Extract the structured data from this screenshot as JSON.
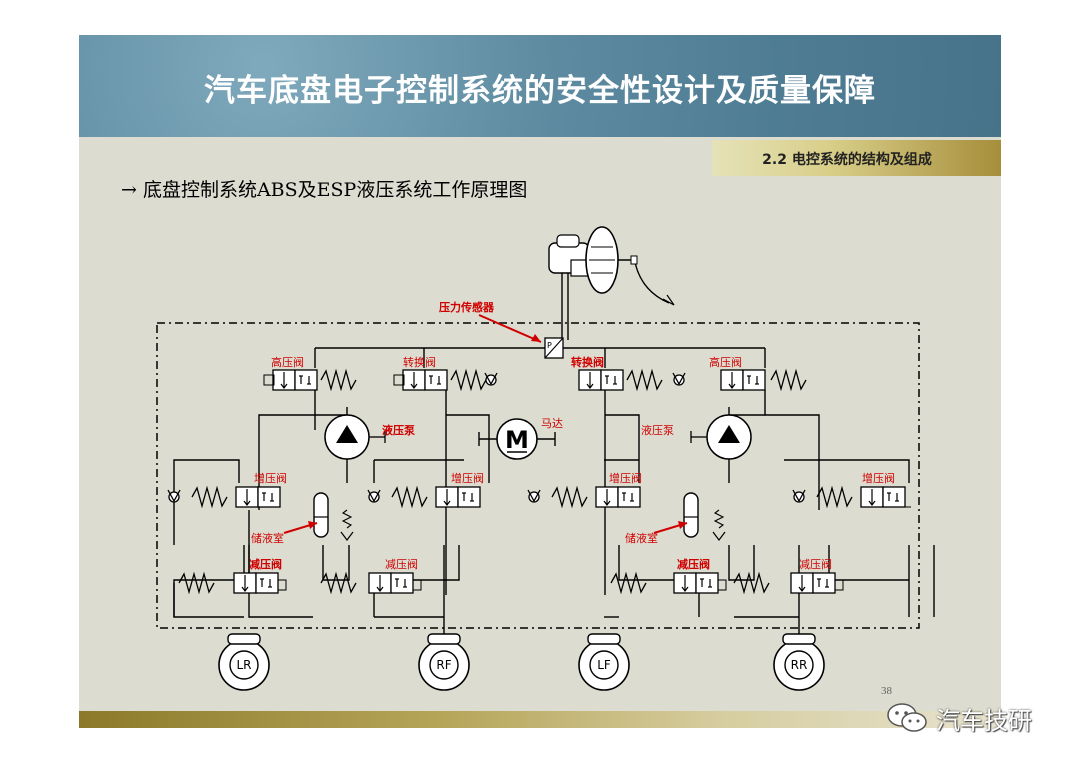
{
  "slide": {
    "title": "汽车底盘电子控制系统的安全性设计及质量保障",
    "section": "2.2 电控系统的结构及组成",
    "subtitle": "→ 底盘控制系统ABS及ESP液压系统工作原理图",
    "page_number": "38"
  },
  "diagram": {
    "labels": {
      "pressure_sensor": "压力传感器",
      "high_pressure_valve": "高压阀",
      "switch_valve": "转换阀",
      "hydraulic_pump": "液压泵",
      "motor": "马达",
      "motor_symbol": "M",
      "inlet_valve": "增压阀",
      "reservoir": "储液室",
      "outlet_valve": "减压阀"
    },
    "wheels": [
      "LR",
      "RF",
      "LF",
      "RR"
    ],
    "colors": {
      "line": "#000000",
      "label_red": "#d00000"
    }
  },
  "watermark": {
    "text": "汽车技研",
    "icon": "wechat-icon"
  }
}
